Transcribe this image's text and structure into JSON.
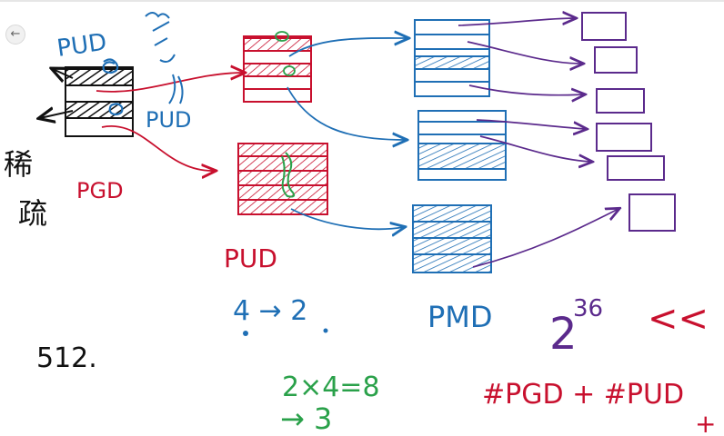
{
  "toolbar": {
    "back_icon": "arrow-left-icon",
    "back_glyph": "←"
  },
  "colors": {
    "blue": "#1f6fb5",
    "red": "#c8102e",
    "purple": "#5b2a8c",
    "green": "#2aa14a",
    "black": "#111111"
  },
  "labels": {
    "pud_top": "PUD",
    "pud_mid": "PUD",
    "hanzi_top": "稀",
    "hanzi_bottom": "疏",
    "pgd": "PGD",
    "pud_bottom": "PUD",
    "pmd": "PMD",
    "ratio": "4 → 2",
    "n512": "512.",
    "exp_base": "2",
    "exp_power": "36",
    "ll": "<<",
    "eq_line1": "2×4=8",
    "eq_line2": "→ 3",
    "formula": "#PGD + #PUD",
    "plus": "+"
  }
}
